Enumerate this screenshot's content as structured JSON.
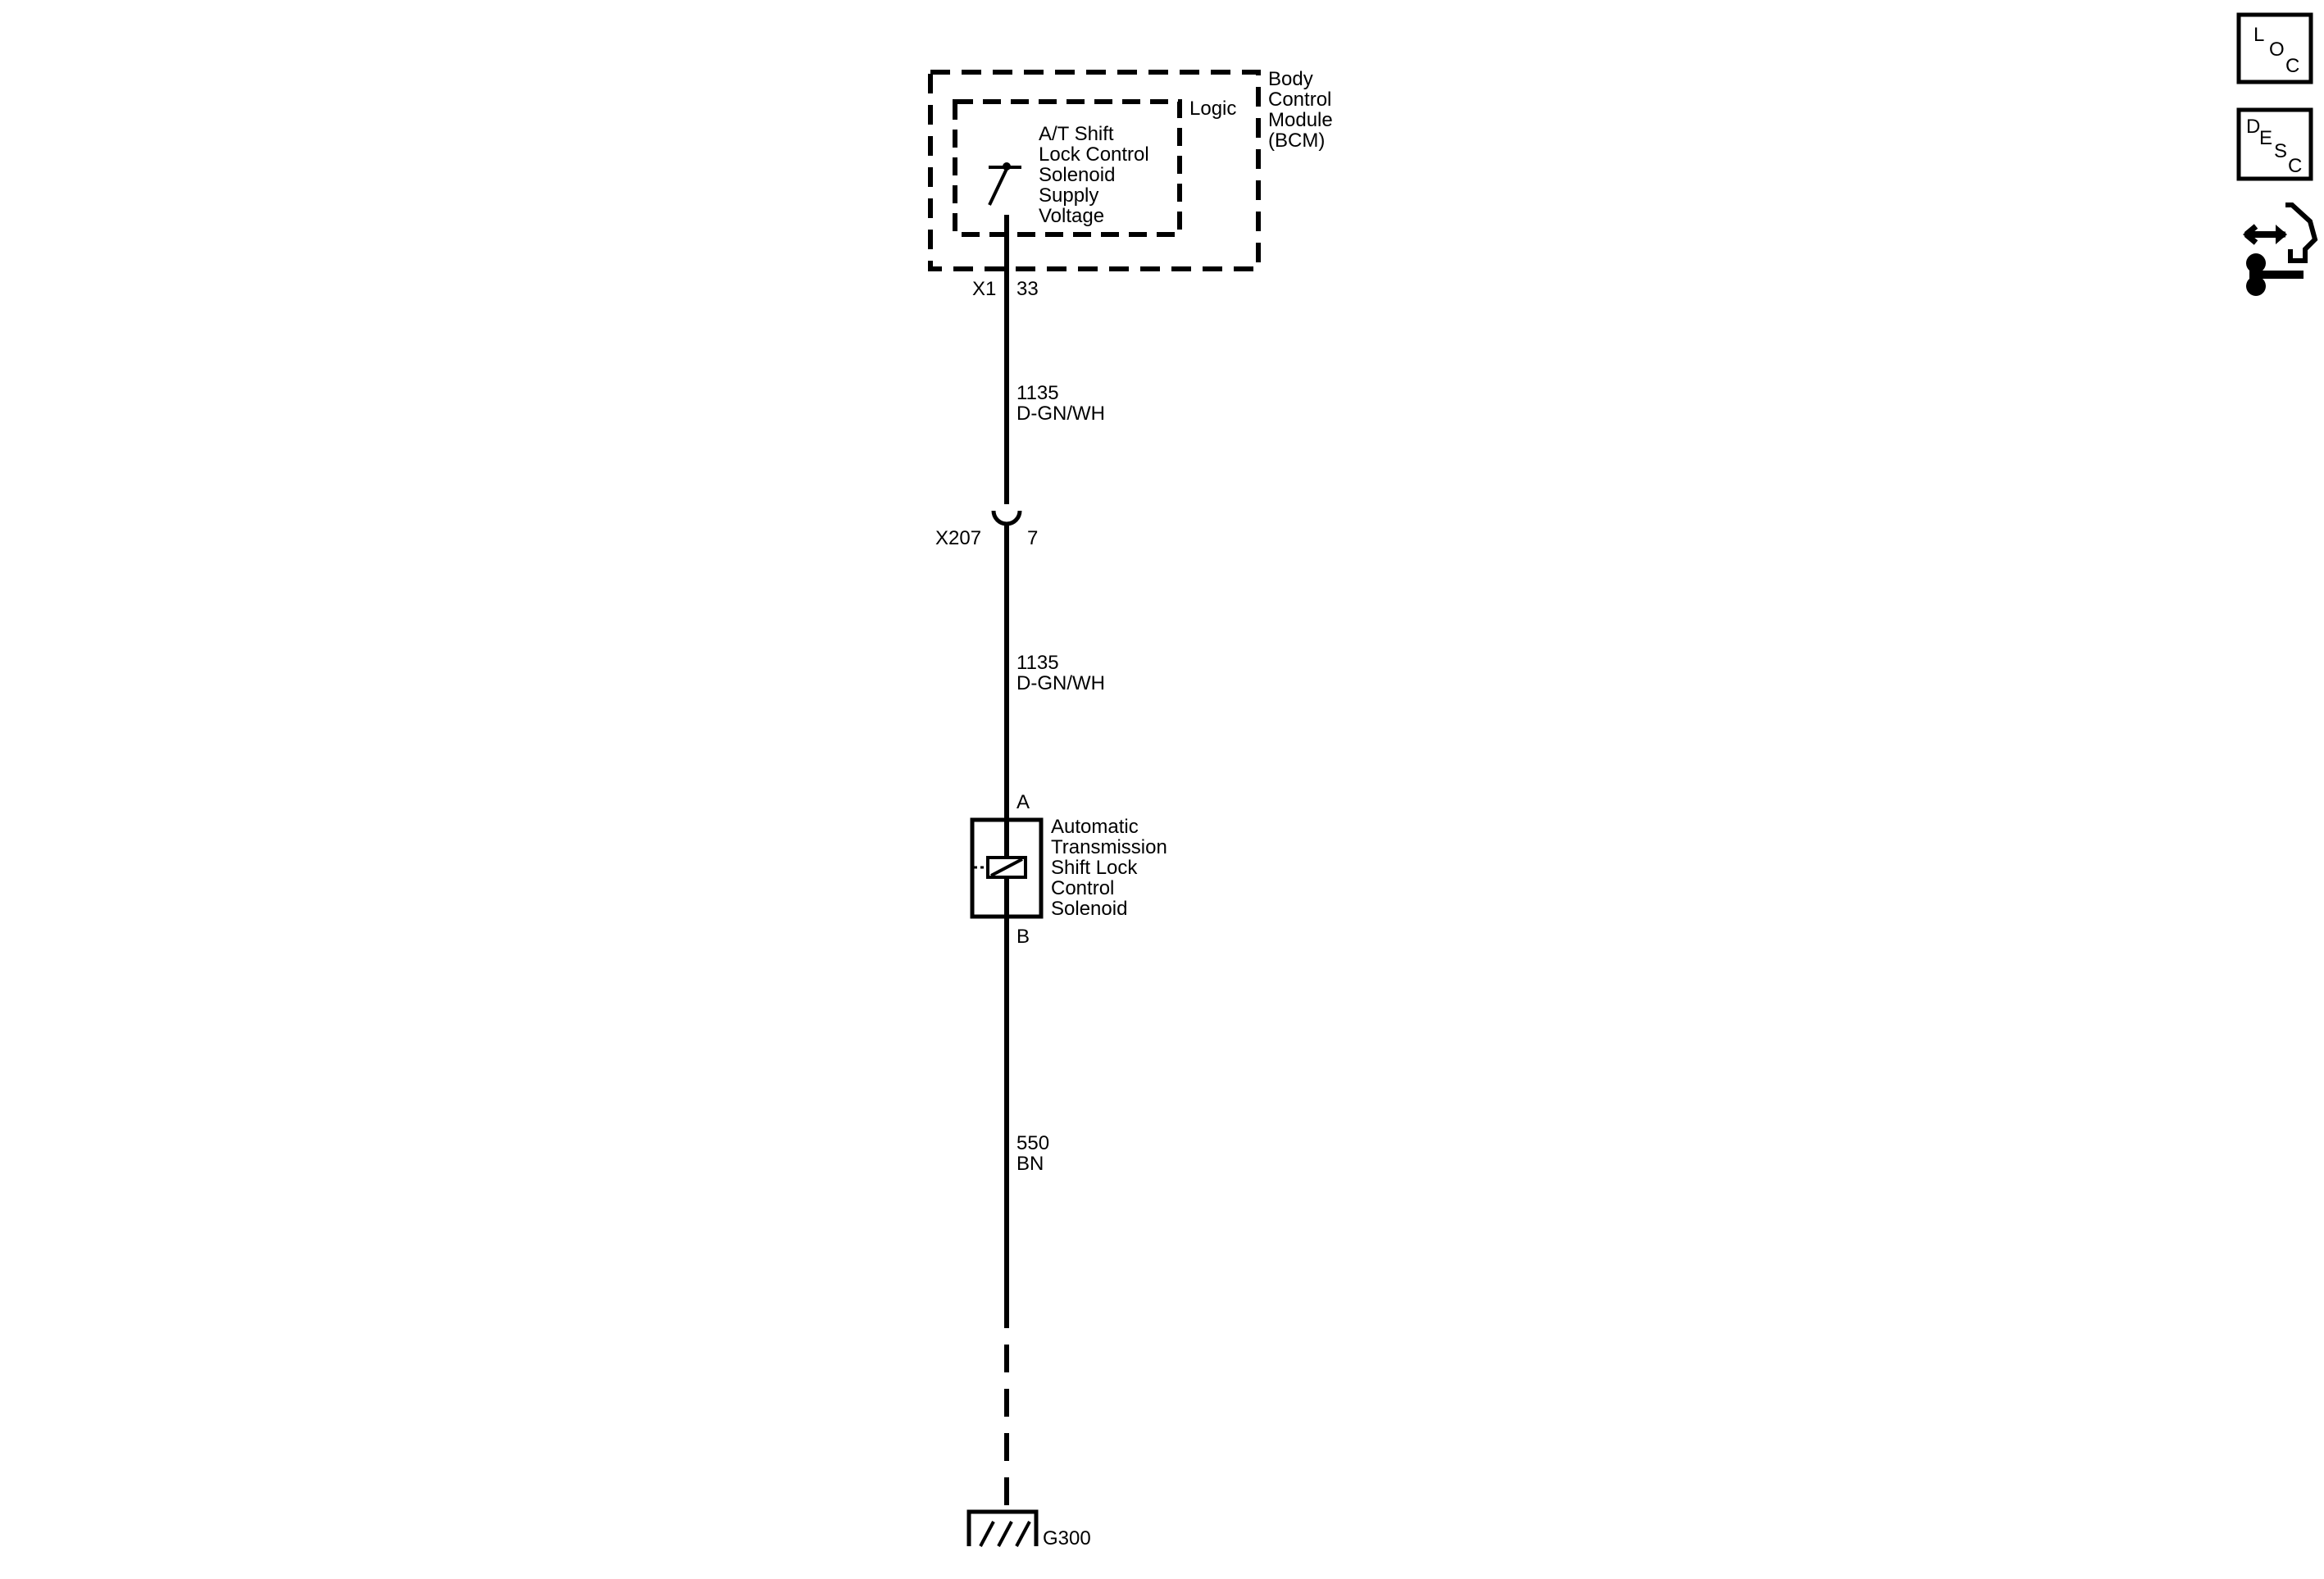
{
  "bcm": {
    "name_lines": [
      "Body",
      "Control",
      "Module",
      "(BCM)"
    ],
    "logic_label": "Logic",
    "circuit_lines": [
      "A/T Shift",
      "Lock Control",
      "Solenoid",
      "Supply",
      "Voltage"
    ],
    "connector": "X1",
    "pin": "33"
  },
  "wire_upper": {
    "circuit": "1135",
    "color": "D-GN/WH"
  },
  "inline_connector": {
    "name": "X207",
    "pin": "7"
  },
  "wire_middle": {
    "circuit": "1135",
    "color": "D-GN/WH"
  },
  "solenoid": {
    "pin_top": "A",
    "pin_bottom": "B",
    "name_lines": [
      "Automatic",
      "Transmission",
      "Shift Lock",
      "Control",
      "Solenoid"
    ]
  },
  "wire_lower": {
    "circuit": "550",
    "color": "BN"
  },
  "ground": {
    "name": "G300"
  },
  "side_icons": {
    "loc": [
      "L",
      "O",
      "C"
    ],
    "desc": [
      "D",
      "E",
      "S",
      "C"
    ],
    "connector_icon": "connector-repair-icon"
  }
}
